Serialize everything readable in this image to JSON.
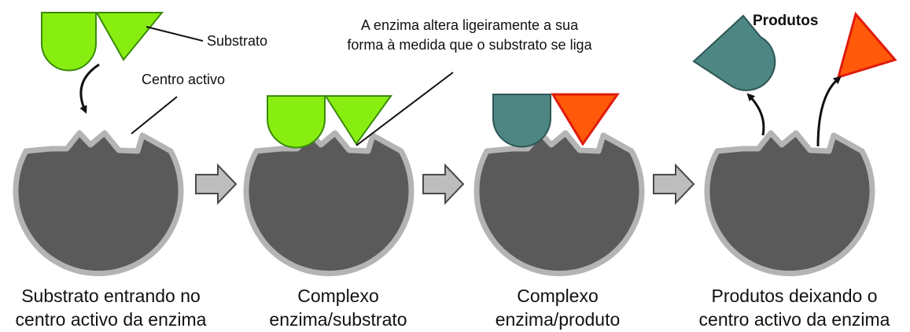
{
  "annotations": {
    "substrate": "Substrato",
    "active_site": "Centro activo",
    "shape_change_line1": "A enzima altera ligeiramente a sua",
    "shape_change_line2": "forma à medida que o substrato se liga",
    "products": "Produtos"
  },
  "stages": [
    {
      "line1": "Substrato entrando no",
      "line2": "centro activo da enzima"
    },
    {
      "line1": "Complexo",
      "line2": "enzima/substrato"
    },
    {
      "line1": "Complexo",
      "line2": "enzima/produto"
    },
    {
      "line1": "Produtos deixando o",
      "line2": "centro activo da enzima"
    }
  ],
  "colors": {
    "enzyme_fill": "#5a5a5a",
    "enzyme_outline": "#b4b4b4",
    "substrate_fill": "#88ee11",
    "substrate_outline": "#3a8a0a",
    "product_teal": "#4e8683",
    "product_teal_outline": "#2d5654",
    "product_red": "#ff5a0a",
    "product_red_outline": "#e01b0b",
    "arrow_fill": "#bdbdbd"
  }
}
